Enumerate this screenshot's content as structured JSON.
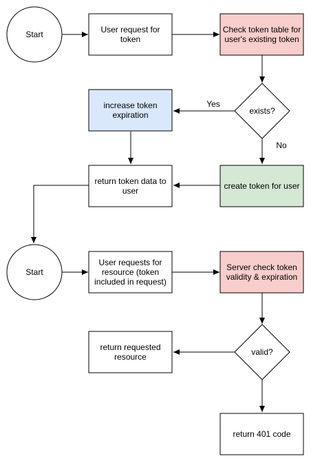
{
  "diagram": {
    "nodes": {
      "start1": {
        "lines": [
          "Start"
        ]
      },
      "user_request": {
        "lines": [
          "User request for",
          "token"
        ]
      },
      "check_table": {
        "lines": [
          "Check token table for",
          "user's existing token"
        ],
        "fill": "#f8cecc"
      },
      "exists": {
        "lines": [
          "exists?"
        ]
      },
      "increase_exp": {
        "lines": [
          "increase token",
          "expiration"
        ],
        "fill": "#dae8fc"
      },
      "return_token": {
        "lines": [
          "return token data to",
          "user"
        ]
      },
      "create_token": {
        "lines": [
          "create token for user"
        ],
        "fill": "#d5e8d4"
      },
      "start2": {
        "lines": [
          "Start"
        ]
      },
      "user_requests_resource": {
        "lines": [
          "User requests for",
          "resource (token",
          "included in request)"
        ]
      },
      "server_check": {
        "lines": [
          "Server check token",
          "validity & expiration"
        ],
        "fill": "#f8cecc"
      },
      "valid": {
        "lines": [
          "valid?"
        ]
      },
      "return_resource": {
        "lines": [
          "return requested",
          "resource"
        ]
      },
      "return_401": {
        "lines": [
          "return 401 code"
        ]
      }
    },
    "edge_labels": {
      "yes": "Yes",
      "no": "No"
    },
    "colors": {
      "stroke": "#000000",
      "default_fill": "#ffffff"
    }
  }
}
